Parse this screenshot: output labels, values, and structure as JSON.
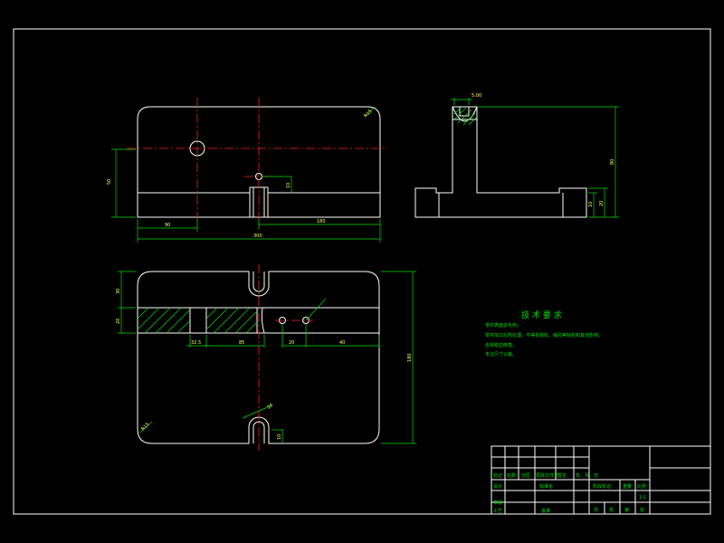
{
  "dimensions": {
    "front_height": "50",
    "front_left_offset": "90",
    "front_right_offset": "180",
    "front_overall_width": "300",
    "front_hole_dim": "10",
    "side_top_width": "5.00",
    "side_total_height": "80",
    "side_base_height_1": "20",
    "side_base_height_2": "10",
    "plan_top_offset": "30",
    "plan_slot_height": "20",
    "plan_left_width": "32.5",
    "plan_mid_width": "85",
    "plan_hole_spacing": "20",
    "plan_right_width": "40",
    "plan_overall_height": "180",
    "plan_notch_dia": "20",
    "plan_notch_dim": "10",
    "corner_radius": "R15"
  },
  "tech_requirements": {
    "title": "技 术 要 求",
    "lines": [
      "零件表面去毛刺。",
      "零件加工后热处理，不得有裂纹、缩孔等缺陷和其他影响。",
      "去除锐边倒角。",
      "未注尺寸公差。"
    ]
  },
  "title_block": {
    "row_labels": [
      "标记",
      "处数",
      "分区",
      "更改文件号",
      "签名",
      "年、月、日"
    ],
    "designer_label": "设计",
    "standardization_label": "标准化",
    "checker_label": "审核",
    "process_label": "工艺",
    "approve_label": "批准",
    "stage_label": "阶段标记",
    "weight_label": "重量",
    "scale_label": "比例",
    "scale_value": "1:1",
    "sheet_labels": [
      "共",
      "张",
      "第",
      "张"
    ]
  }
}
